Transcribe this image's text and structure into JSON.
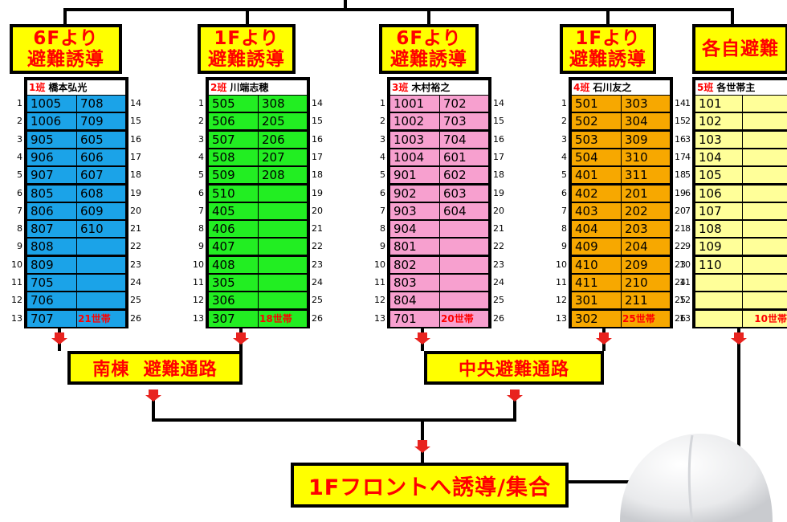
{
  "groups": [
    {
      "id": "g1",
      "header": [
        "6Fより",
        "避難誘導"
      ],
      "team_num": "1班",
      "leader": "橋本弘光",
      "color": "#1ba3e8",
      "col1": [
        "1005",
        "1006",
        "905",
        "906",
        "907",
        "805",
        "806",
        "807",
        "808",
        "809",
        "705",
        "706",
        "707"
      ],
      "col2": [
        "708",
        "709",
        "605",
        "606",
        "607",
        "608",
        "609",
        "610",
        "",
        "",
        "",
        "",
        ""
      ],
      "total": "21世帯"
    },
    {
      "id": "g2",
      "header": [
        "1Fより",
        "避難誘導"
      ],
      "team_num": "2班",
      "leader": "川端志穂",
      "color": "#22ee22",
      "col1": [
        "505",
        "506",
        "507",
        "508",
        "509",
        "510",
        "405",
        "406",
        "407",
        "408",
        "305",
        "306",
        "307"
      ],
      "col2": [
        "308",
        "205",
        "206",
        "207",
        "208",
        "",
        "",
        "",
        "",
        "",
        "",
        "",
        ""
      ],
      "total": "18世帯"
    },
    {
      "id": "g3",
      "header": [
        "6Fより",
        "避難誘導"
      ],
      "team_num": "3班",
      "leader": "木村裕之",
      "color": "#f7a0cf",
      "col1": [
        "1001",
        "1002",
        "1003",
        "1004",
        "901",
        "902",
        "903",
        "904",
        "801",
        "802",
        "803",
        "804",
        "701"
      ],
      "col2": [
        "702",
        "703",
        "704",
        "601",
        "602",
        "603",
        "604",
        "",
        "",
        "",
        "",
        "",
        ""
      ],
      "total": "20世帯"
    },
    {
      "id": "g4",
      "header": [
        "1Fより",
        "避難誘導"
      ],
      "team_num": "4班",
      "leader": "石川友之",
      "color": "#f7a800",
      "col1": [
        "501",
        "502",
        "503",
        "504",
        "401",
        "402",
        "403",
        "404",
        "409",
        "410",
        "411",
        "301",
        "302"
      ],
      "col2": [
        "303",
        "304",
        "309",
        "310",
        "311",
        "201",
        "202",
        "203",
        "204",
        "209",
        "210",
        "211",
        ""
      ],
      "total": "25世帯"
    },
    {
      "id": "g5",
      "header": [
        "各自避難"
      ],
      "team_num": "5班",
      "leader": "各世帯主",
      "color": "#ffff99",
      "col1": [
        "101",
        "102",
        "103",
        "104",
        "105",
        "106",
        "107",
        "108",
        "109",
        "110",
        "",
        "",
        ""
      ],
      "col2": [
        "",
        "",
        "",
        "",
        "",
        "",
        "",
        "",
        "",
        "",
        "",
        "",
        ""
      ],
      "total": "10世帯"
    }
  ],
  "left_row_numbers": [
    "1",
    "2",
    "3",
    "4",
    "5",
    "6",
    "7",
    "8",
    "9",
    "10",
    "11",
    "12",
    "13"
  ],
  "right_row_numbers": [
    "14",
    "15",
    "16",
    "17",
    "18",
    "19",
    "20",
    "21",
    "22",
    "23",
    "24",
    "25",
    "26"
  ],
  "routes": {
    "south": "南棟  避難通路",
    "central": "中央避難通路"
  },
  "final_destination": "1Fフロントへ誘導/集合",
  "colors": {
    "header_bg": "#ffff00",
    "header_text": "#ff0000",
    "arrow": "#e8231f"
  }
}
